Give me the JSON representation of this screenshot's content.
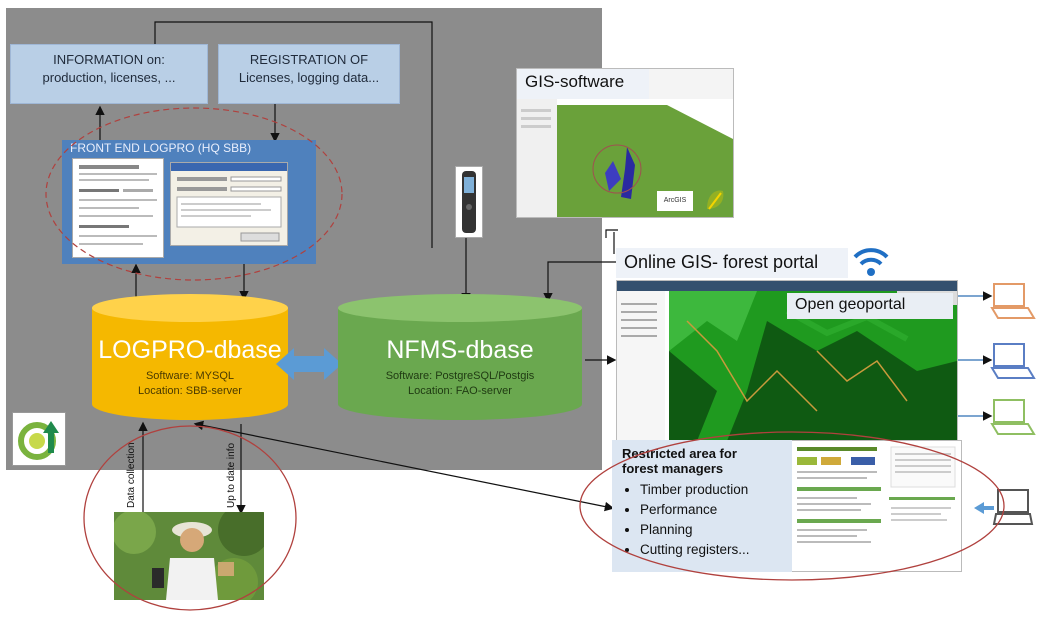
{
  "info_box": {
    "line1": "INFORMATION on:",
    "line2": "production, licenses, ..."
  },
  "registration_box": {
    "line1": "REGISTRATION OF",
    "line2": "Licenses, logging data..."
  },
  "front_end": {
    "title": "FRONT END LOGPRO (HQ SBB)"
  },
  "logpro_db": {
    "name": "LOGPRO-dbase",
    "software": "Software: MYSQL",
    "location": "Location: SBB-server"
  },
  "nfms_db": {
    "name": "NFMS-dbase",
    "software": "Software: PostgreSQL/Postgis",
    "location": "Location: FAO-server"
  },
  "gis_software": {
    "label": "GIS-software",
    "logo_text": "ArcGIS"
  },
  "online_portal": {
    "label": "Online GIS- forest portal"
  },
  "geoportal": {
    "label": "Open geoportal"
  },
  "restricted": {
    "title_line1": "Restricted area for",
    "title_line2": "forest managers",
    "items": [
      "Timber production",
      "Performance",
      "Planning",
      "Cutting registers..."
    ]
  },
  "arrows": {
    "data_collection": "Data collection",
    "up_to_date": "Up to date info"
  },
  "colors": {
    "gray_panel": "#8c8c8c",
    "blue_box": "#b9cfe6",
    "logpro": "#f5b800",
    "nfms": "#6aa84f",
    "forest": "#2f7d1c",
    "ellipse": "#b0413e",
    "double_arrow": "#5b9bd5"
  },
  "icons": [
    "gps-device-icon",
    "wifi-icon",
    "laptop-icon",
    "recycle-logo-icon",
    "qgis-logo-icon"
  ]
}
